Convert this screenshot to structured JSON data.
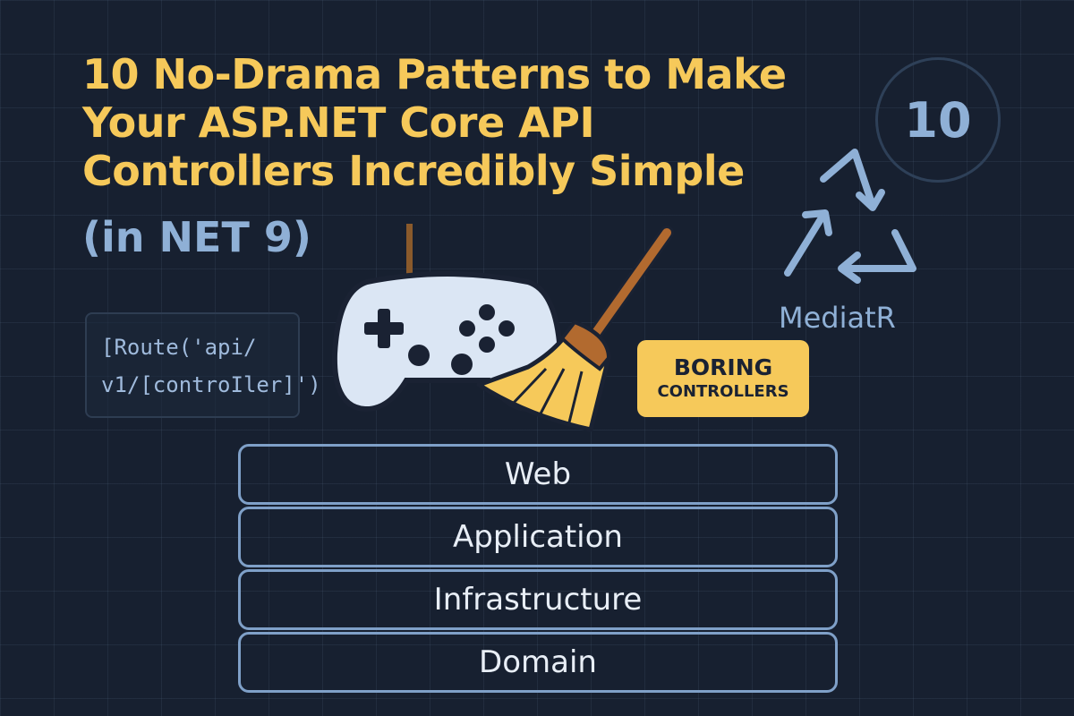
{
  "title": {
    "line1": "10 No-Drama Patterns to Make",
    "line2": "Your ASP.NET Core API",
    "line3": "Controllers Incredibly Simple",
    "subtitle": "(in NET 9)"
  },
  "badge_number": "10",
  "mediatr": {
    "label": "MediatR",
    "icon": "cycle-arrows-icon"
  },
  "route_attribute": {
    "line1": "[Route('api/",
    "line2": "v1/[controIler]')"
  },
  "boring_badge": {
    "line1": "BORING",
    "line2": "CONTROLLERS"
  },
  "layers": [
    {
      "label": "Web"
    },
    {
      "label": "Application"
    },
    {
      "label": "Infrastructure"
    },
    {
      "label": "Domain"
    }
  ],
  "icons": [
    "gamepad-icon",
    "broom-icon",
    "cycle-arrows-icon"
  ],
  "colors": {
    "background": "#172030",
    "title": "#f6c95a",
    "accent_blue": "#8fb0d6",
    "badge_fill": "#f6c95a",
    "layer_border": "#7fa0c8"
  }
}
